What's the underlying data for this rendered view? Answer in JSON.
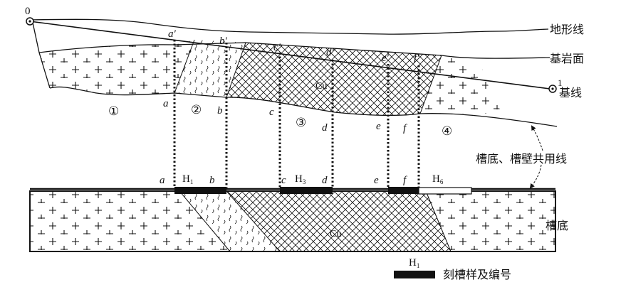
{
  "stations": {
    "start": "0",
    "end": "1"
  },
  "legend_labels": {
    "terrain": "地形线",
    "bedrock": "基岩面",
    "baseline": "基线",
    "shared": "槽底、槽壁共用线",
    "trench_floor": "槽底",
    "sample": "刻槽样及编号"
  },
  "ore_label": "Cu",
  "zones": [
    "①",
    "②",
    "③",
    "④"
  ],
  "points_top": [
    "a′",
    "b′",
    "c′",
    "d′",
    "e′",
    "f′"
  ],
  "points_mid": [
    "a",
    "b",
    "c",
    "d",
    "e",
    "f"
  ],
  "points_bottom": [
    "a",
    "b",
    "c",
    "d",
    "e",
    "f"
  ],
  "samples": [
    {
      "code": "H",
      "sub": "1"
    },
    {
      "code": "H",
      "sub": "3"
    },
    {
      "code": "H",
      "sub": "6"
    }
  ],
  "legend_sample": {
    "code": "H",
    "sub": "1"
  },
  "colors": {
    "ink": "#111111",
    "background": "#ffffff"
  }
}
